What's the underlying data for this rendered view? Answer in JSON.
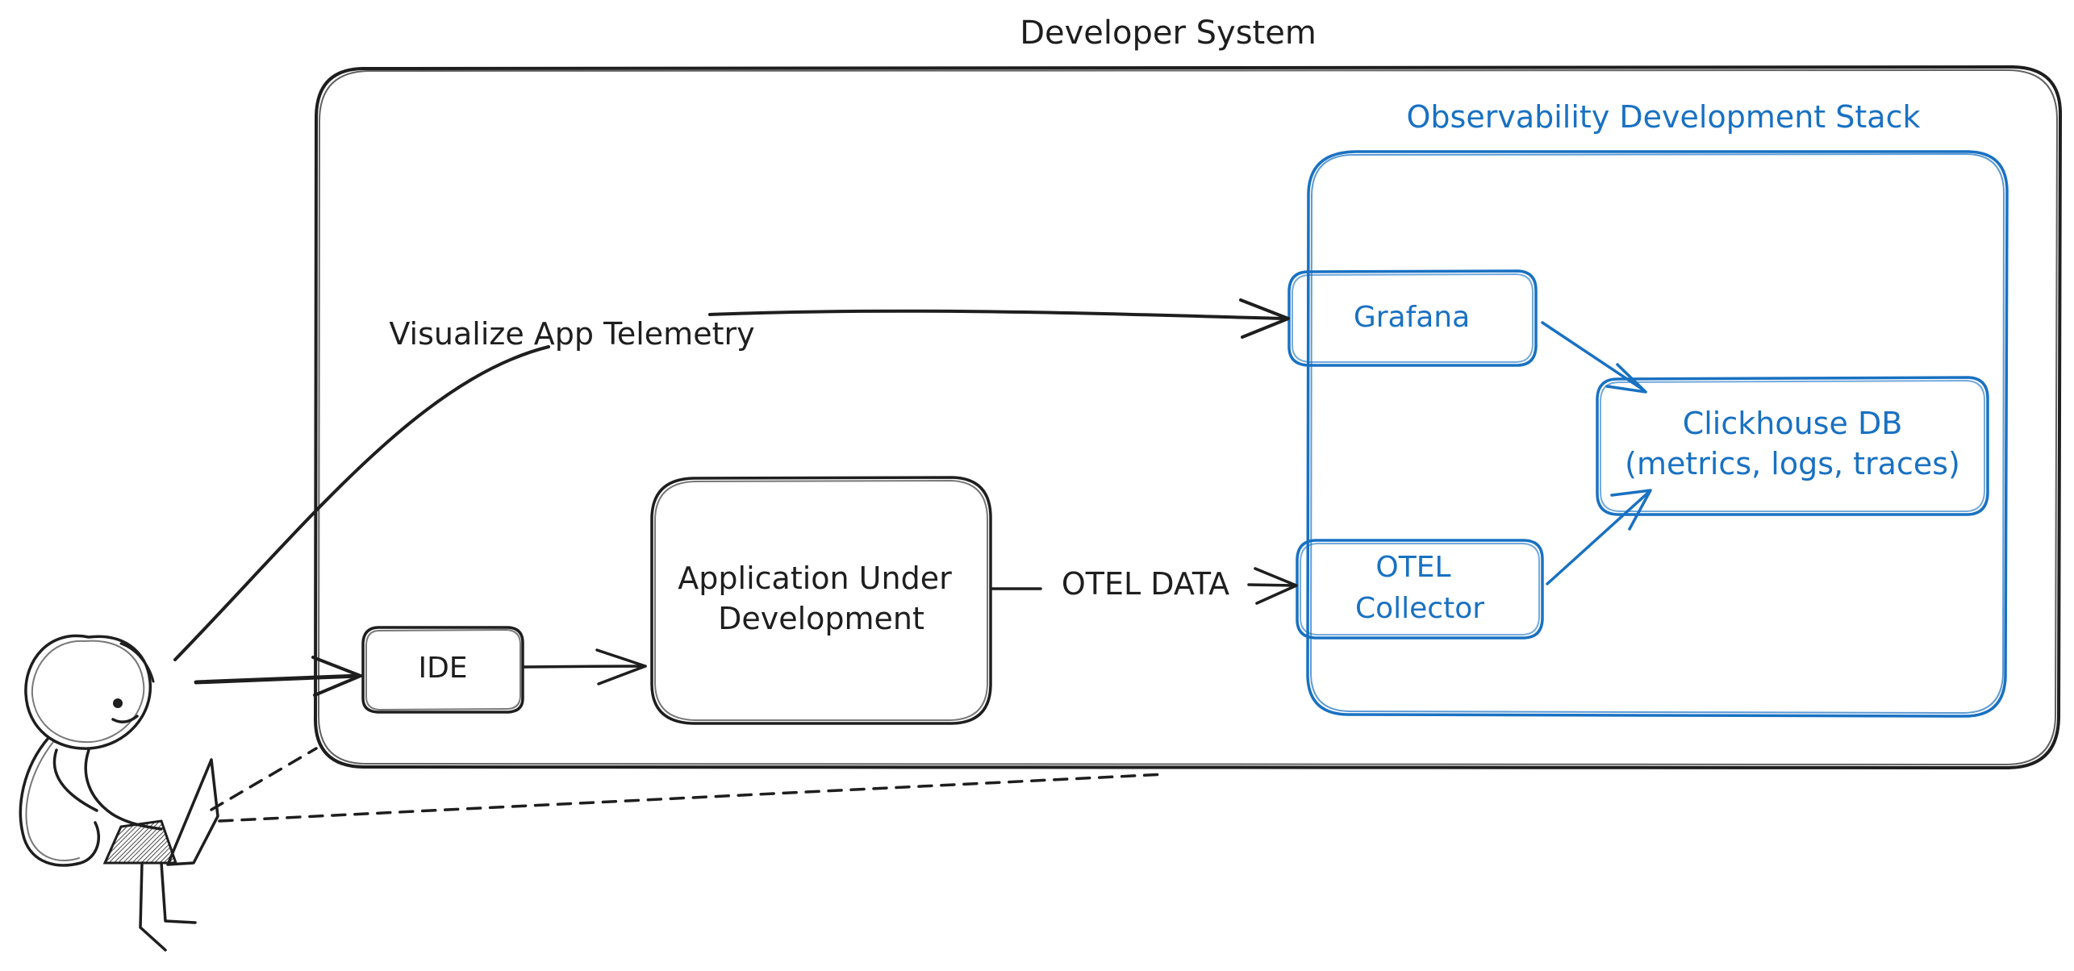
{
  "diagram": {
    "developer_system_title": "Developer System",
    "observability_stack_title": "Observability Development Stack",
    "nodes": {
      "ide": "IDE",
      "app_line1": "Application Under",
      "app_line2": "Development",
      "grafana": "Grafana",
      "otel_line1": "OTEL",
      "otel_line2": "Collector",
      "clickhouse_line1": "Clickhouse DB",
      "clickhouse_line2": "(metrics, logs, traces)"
    },
    "edges": {
      "visualize_label": "Visualize App Telemetry",
      "otel_data_label": "OTEL DATA"
    },
    "colors": {
      "ink": "#1e1e1e",
      "accent": "#1971c2"
    }
  }
}
